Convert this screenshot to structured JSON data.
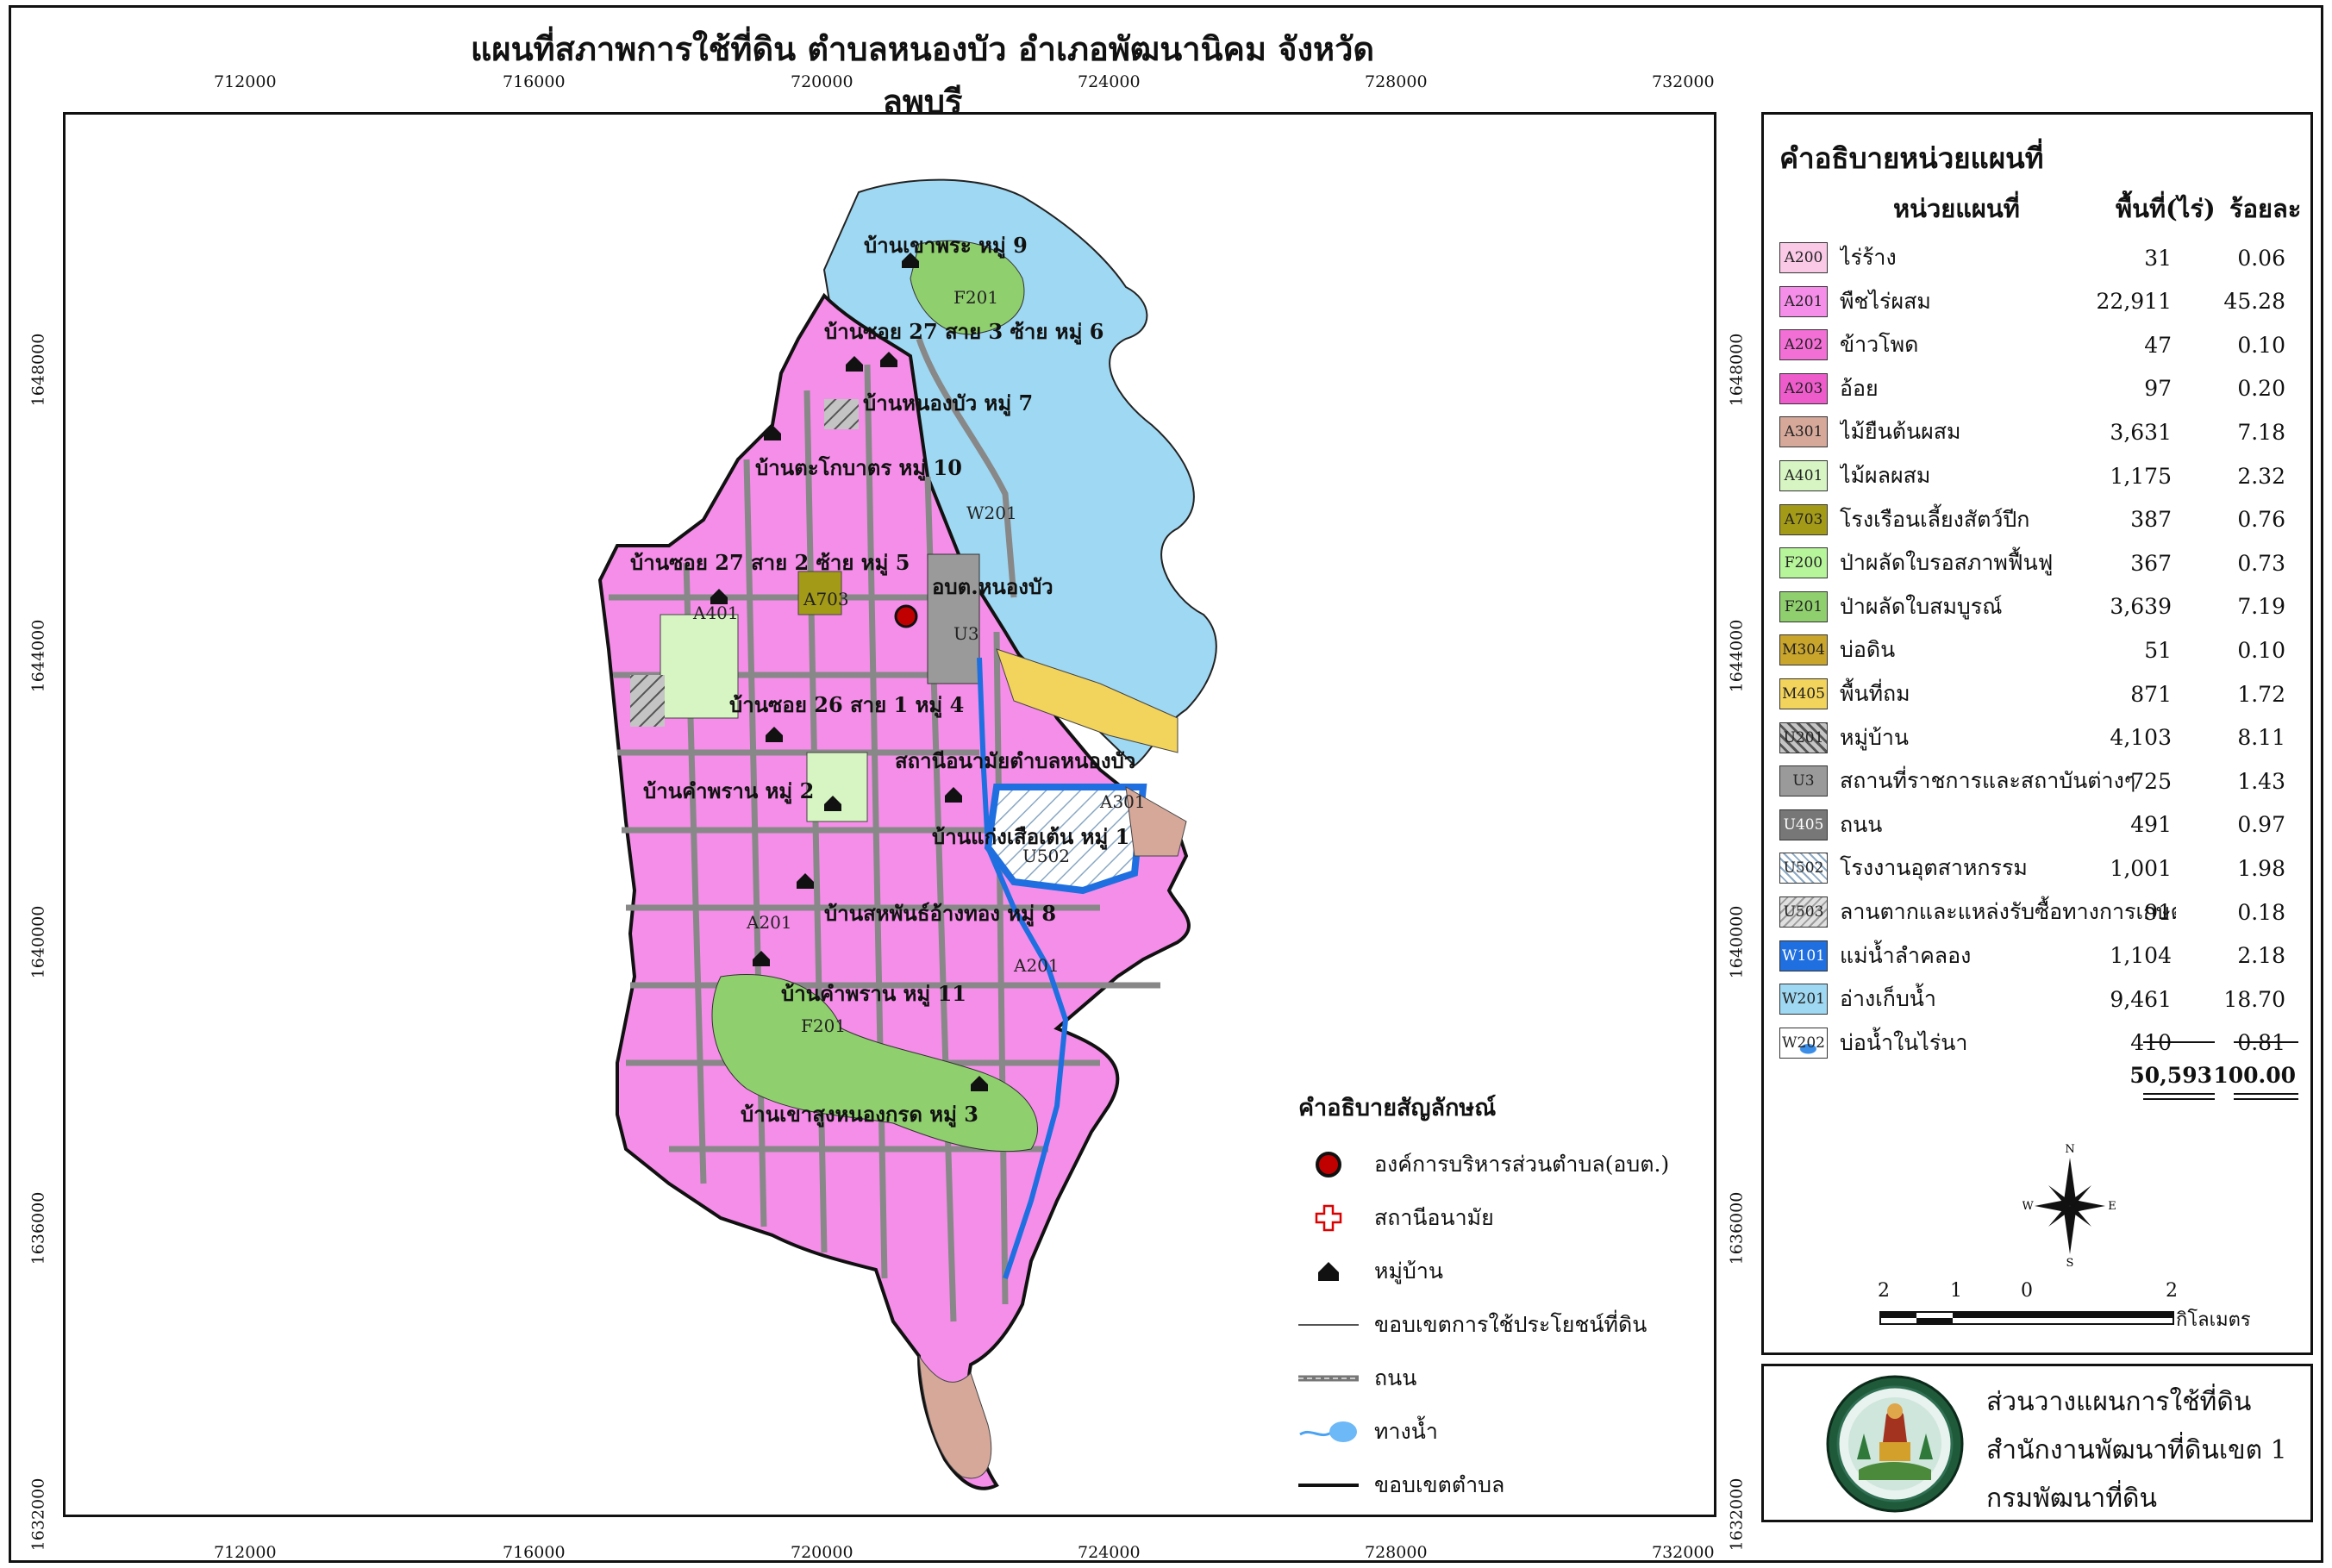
{
  "title": "แผนที่สภาพการใช้ที่ดิน ตำบลหนองบัว อำเภอพัฒนานิคม จังหวัดลพบุรี",
  "grid": {
    "x_ticks": [
      "712000",
      "716000",
      "720000",
      "724000",
      "728000",
      "732000"
    ],
    "y_ticks": [
      "1648000",
      "1644000",
      "1640000",
      "1636000",
      "1632000"
    ]
  },
  "map": {
    "villages": [
      "บ้านเขาพระ หมู่ 9",
      "บ้านซอย 27 สาย 3 ซ้าย หมู่ 6",
      "บ้านหนองบัว หมู่ 7",
      "บ้านตะโกบาตร หมู่ 10",
      "บ้านซอย 27 สาย 2 ซ้าย หมู่ 5",
      "อบต.หนองบัว",
      "บ้านซอย 26 สาย 1 หมู่ 4",
      "สถานีอนามัยตำบลหนองบัว",
      "บ้านคำพราน หมู่ 2",
      "บ้านแก่งเสือเต้น หมู่ 1",
      "บ้านสหพันธ์อ้างทอง หมู่ 8",
      "บ้านคำพราน หมู่ 11",
      "บ้านเขาสูงหนองกรด หมู่ 3"
    ],
    "zone_labels": [
      "F201",
      "W201",
      "A401",
      "A703",
      "U3",
      "A301",
      "U502",
      "A201",
      "A201",
      "F201"
    ]
  },
  "symbol_legend": {
    "title": "คำอธิบายสัญลักษณ์",
    "items": [
      {
        "icon": "tao-office-icon",
        "label": "องค์การบริหารส่วนตำบล(อบต.)"
      },
      {
        "icon": "health-station-cross-icon",
        "label": "สถานีอนามัย"
      },
      {
        "icon": "village-house-icon",
        "label": "หมู่บ้าน"
      },
      {
        "icon": "landuse-boundary-line-icon",
        "label": "ขอบเขตการใช้ประโยชน์ที่ดิน"
      },
      {
        "icon": "road-line-icon",
        "label": "ถนน"
      },
      {
        "icon": "waterway-icon",
        "label": "ทางน้ำ"
      },
      {
        "icon": "subdistrict-boundary-line-icon",
        "label": "ขอบเขตตำบล"
      }
    ]
  },
  "unit_legend": {
    "title": "คำอธิบายหน่วยแผนที่",
    "col_unit": "หน่วยแผนที่",
    "col_area": "พื้นที่(ไร่)",
    "col_pct": "ร้อยละ",
    "rows": [
      {
        "code": "A200",
        "name": "ไร่ร้าง",
        "area": "31",
        "pct": "0.06",
        "color": "#f9c9e6",
        "pattern": "solid"
      },
      {
        "code": "A201",
        "name": "พืชไร่ผสม",
        "area": "22,911",
        "pct": "45.28",
        "color": "#f58ee8",
        "pattern": "solid"
      },
      {
        "code": "A202",
        "name": "ข้าวโพด",
        "area": "47",
        "pct": "0.10",
        "color": "#f26fd5",
        "pattern": "solid"
      },
      {
        "code": "A203",
        "name": "อ้อย",
        "area": "97",
        "pct": "0.20",
        "color": "#ee5ccc",
        "pattern": "solid"
      },
      {
        "code": "A301",
        "name": "ไม้ยืนต้นผสม",
        "area": "3,631",
        "pct": "7.18",
        "color": "#d5a89a",
        "pattern": "solid"
      },
      {
        "code": "A401",
        "name": "ไม้ผลผสม",
        "area": "1,175",
        "pct": "2.32",
        "color": "#d6f5c2",
        "pattern": "solid"
      },
      {
        "code": "A703",
        "name": "โรงเรือนเลี้ยงสัตว์ปีก",
        "area": "387",
        "pct": "0.76",
        "color": "#a39a18",
        "pattern": "solid"
      },
      {
        "code": "F200",
        "name": "ป่าผลัดใบรอสภาพฟื้นฟู",
        "area": "367",
        "pct": "0.73",
        "color": "#b7f59b",
        "pattern": "solid"
      },
      {
        "code": "F201",
        "name": "ป่าผลัดใบสมบูรณ์",
        "area": "3,639",
        "pct": "7.19",
        "color": "#8fcf6e",
        "pattern": "solid"
      },
      {
        "code": "M304",
        "name": "บ่อดิน",
        "area": "51",
        "pct": "0.10",
        "color": "#c9a52c",
        "pattern": "solid"
      },
      {
        "code": "M405",
        "name": "พื้นที่ถม",
        "area": "871",
        "pct": "1.72",
        "color": "#f2d35b",
        "pattern": "solid"
      },
      {
        "code": "U201",
        "name": "หมู่บ้าน",
        "area": "4,103",
        "pct": "8.11",
        "color": "#b0b0b0",
        "pattern": "hatch-dark"
      },
      {
        "code": "U3",
        "name": "สถานที่ราชการและสถาบันต่างๆ",
        "area": "725",
        "pct": "1.43",
        "color": "#9a9a9a",
        "pattern": "solid"
      },
      {
        "code": "U405",
        "name": "ถนน",
        "area": "491",
        "pct": "0.97",
        "color": "#777777",
        "pattern": "solid"
      },
      {
        "code": "U502",
        "name": "โรงงานอุตสาหกรรม",
        "area": "1,001",
        "pct": "1.98",
        "color": "#ffffff",
        "pattern": "hatch-blue"
      },
      {
        "code": "U503",
        "name": "ลานตากและแหล่งรับซื้อทางการเกษตร",
        "area": "91",
        "pct": "0.18",
        "color": "#d8d8d8",
        "pattern": "hatch-grey"
      },
      {
        "code": "W101",
        "name": "แม่น้ำลำคลอง",
        "area": "1,104",
        "pct": "2.18",
        "color": "#1f6fe0",
        "pattern": "solid"
      },
      {
        "code": "W201",
        "name": "อ่างเก็บน้ำ",
        "area": "9,461",
        "pct": "18.70",
        "color": "#9fd8f2",
        "pattern": "solid"
      },
      {
        "code": "W202",
        "name": "บ่อน้ำในไร่นา",
        "area": "410",
        "pct": "0.81",
        "color": "#ffffff",
        "pattern": "pond"
      }
    ],
    "total_area": "50,593",
    "total_pct": "100.00"
  },
  "compass": {
    "n": "N",
    "s": "S",
    "e": "E",
    "w": "W"
  },
  "scale_bar": {
    "labels": [
      "2",
      "1",
      "0",
      "2"
    ],
    "unit": "กิโลเมตร"
  },
  "agency": {
    "lines": [
      "ส่วนวางแผนการใช้ที่ดิน",
      "สำนักงานพัฒนาที่ดินเขต 1",
      "กรมพัฒนาที่ดิน"
    ],
    "logo_icon": "ldd-seal-icon"
  }
}
